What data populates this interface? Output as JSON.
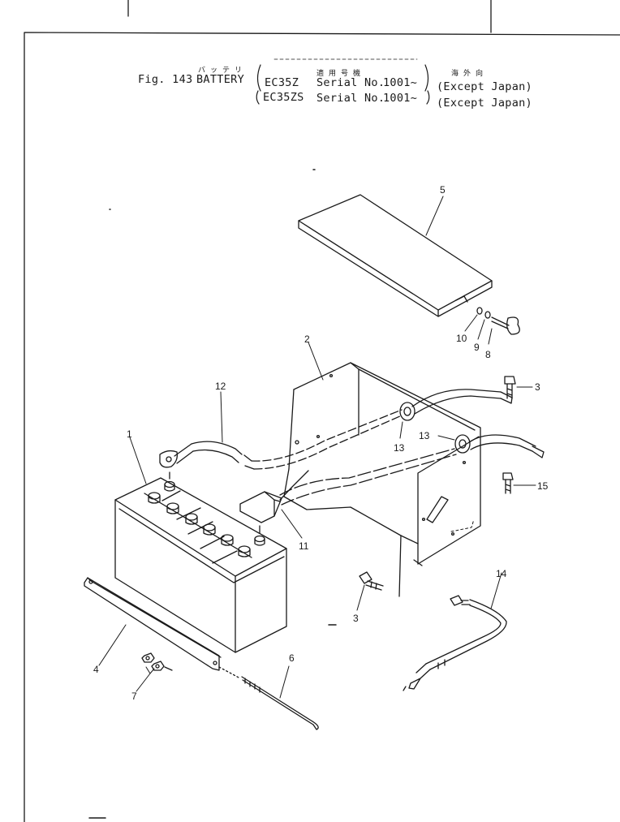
{
  "header": {
    "fig_label": "Fig. 143",
    "title_jp": "バッテリ",
    "title_en": "BATTERY",
    "applicable_jp": "適用号機",
    "destination_jp": "海外向",
    "rows": [
      {
        "model": "EC35Z",
        "serial_prefix": "Serial No.",
        "serial": "1001~",
        "destination": "(Except Japan)"
      },
      {
        "model": "EC35ZS",
        "serial_prefix": "Serial No.",
        "serial": "1001~",
        "destination": "(Except Japan)"
      }
    ]
  },
  "callouts": {
    "battery": "1",
    "battery_box": "2",
    "bolt_box_top": "3",
    "bolt_box_bottom": "3",
    "hold_down_bar": "4",
    "cover": "5",
    "j_bolt": "6",
    "nuts": "7",
    "wing_bolt": "8",
    "lock_washer": "9",
    "washer": "10",
    "terminal_boot": "11",
    "cable_positive": "12",
    "grommet_left": "13",
    "grommet_right": "13",
    "ground_cable": "14",
    "bolt_15": "15"
  }
}
